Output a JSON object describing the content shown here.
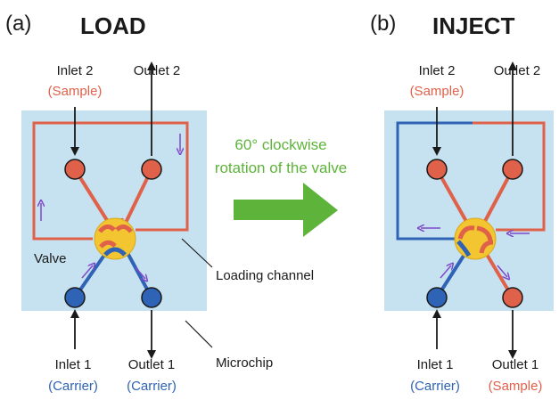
{
  "colors": {
    "chip": "#c6e2f0",
    "red": "#e0614a",
    "blue": "#2f63b6",
    "valve": "#f2c531",
    "green": "#5eb43a",
    "flow_arrow": "#7e49c9",
    "carrier_text": "#2f63b6",
    "sample_text": "#e0614a",
    "line": "#1a1a1a"
  },
  "panel_a": {
    "letter": "(a)",
    "title": "LOAD",
    "inlet2": "Inlet 2",
    "inlet2_sub": "(Sample)",
    "outlet2": "Outlet 2",
    "inlet1": "Inlet 1",
    "inlet1_sub": "(Carrier)",
    "outlet1": "Outlet 1",
    "outlet1_sub": "(Carrier)",
    "valve": "Valve",
    "loading_channel": "Loading channel",
    "microchip": "Microchip"
  },
  "panel_b": {
    "letter": "(b)",
    "title": "INJECT",
    "inlet2": "Inlet 2",
    "inlet2_sub": "(Sample)",
    "outlet2": "Outlet 2",
    "inlet1": "Inlet 1",
    "inlet1_sub": "(Carrier)",
    "outlet1": "Outlet 1",
    "outlet1_sub": "(Sample)"
  },
  "rotation": {
    "line1": "60°  clockwise",
    "line2": "rotation of the valve"
  }
}
